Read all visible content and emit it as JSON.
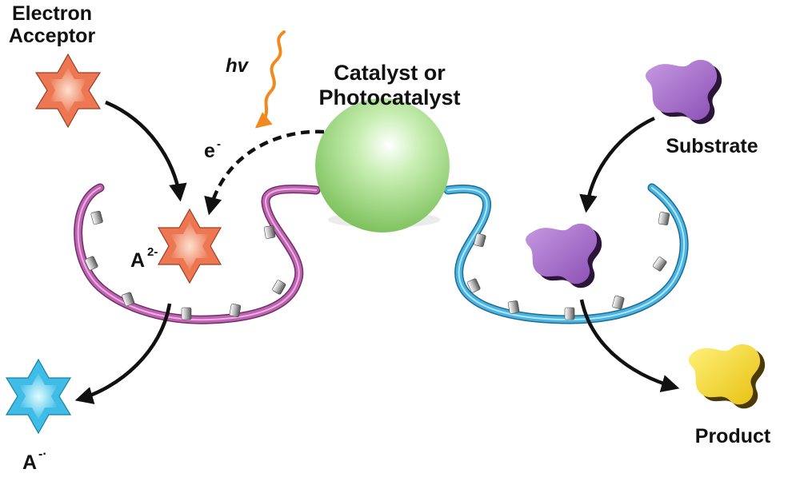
{
  "labels": {
    "acceptor_line1": "Electron",
    "acceptor_line2": "Acceptor",
    "hv": "hv",
    "electron": "e",
    "electron_sup": "-",
    "catalyst_line1": "Catalyst or",
    "catalyst_line2": "Photocatalyst",
    "substrate": "Substrate",
    "a2_base": "A",
    "a2_sup": "2-",
    "aradical_base": "A",
    "aradical_sup": "-·",
    "product": "Product"
  },
  "colors": {
    "acceptor_star": "#ee8260",
    "reduced_star": "#49c6ee",
    "catalyst_sphere": "#a4dd88",
    "substrate_shape": "#9a62c0",
    "product_shape": "#f2d62a",
    "left_strand": "#c062b2",
    "right_strand": "#48b4e2",
    "light_wave": "#f08a1e",
    "arrows": "#111111"
  },
  "icons": {
    "acceptor": "six-point-star-icon",
    "substrate": "blob-icon",
    "product": "blob-icon",
    "catalyst": "sphere-icon"
  }
}
